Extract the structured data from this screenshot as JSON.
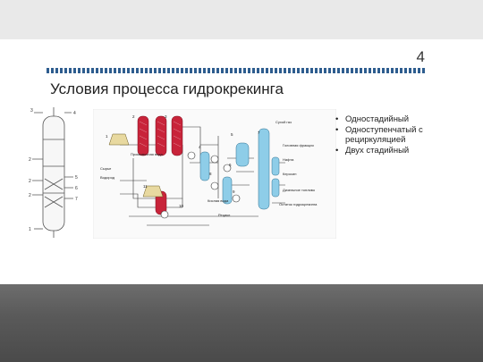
{
  "slide": {
    "number": "4",
    "title": "Условия процесса гидрокрекинга",
    "bullets": [
      "Одностадийный",
      "Одноступенчатый с рециркуляцией",
      "Двух стадийный"
    ]
  },
  "reactor_labels": [
    "3",
    "4",
    "2",
    "2",
    "2",
    "5",
    "6",
    "7",
    "1"
  ],
  "flowsheet": {
    "numbers": [
      "1",
      "2",
      "3",
      "4",
      "5",
      "6",
      "7",
      "8",
      "9",
      "10",
      "11"
    ],
    "inputs": [
      "Сырье",
      "Водород"
    ],
    "labels": [
      "Сухой газ",
      "Головная фракция",
      "Нафта",
      "Керосин",
      "Дизельное топливо",
      "Остаток гидрокрекинга",
      "Рецикл",
      "Промывочная вода",
      "Кислая вода"
    ]
  },
  "colors": {
    "accent": "#2e5d8f",
    "reactor_red": "#c8243a",
    "vessel_blue": "#8ecde8",
    "compressor_yellow": "#e8d9a0"
  }
}
